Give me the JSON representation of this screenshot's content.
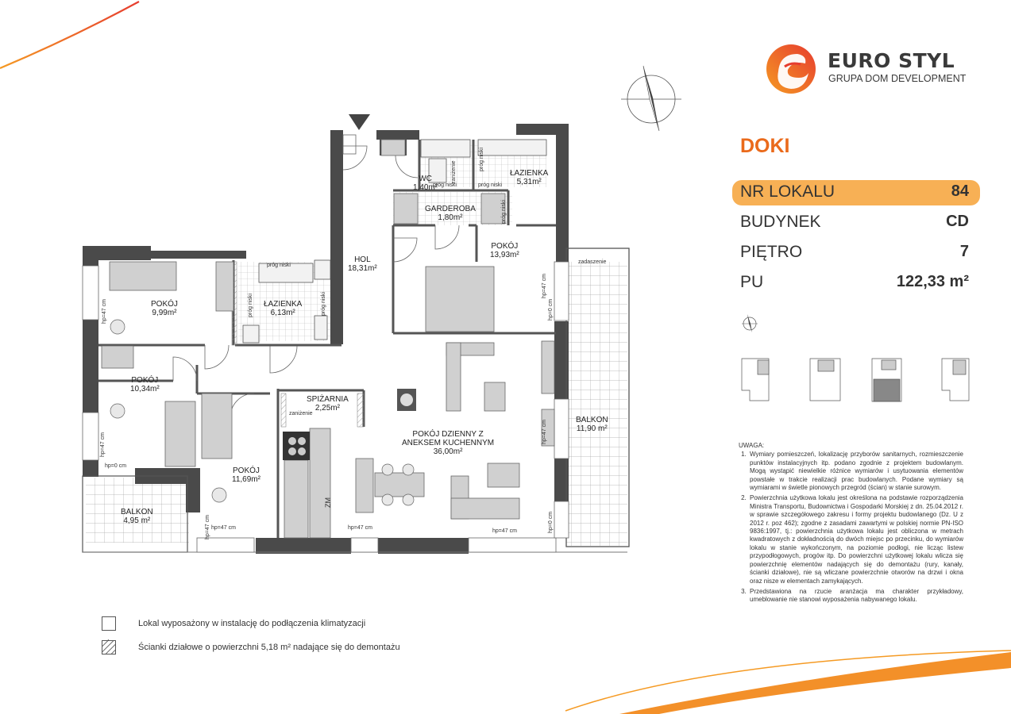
{
  "brand": {
    "name": "EURO STYL",
    "subtitle": "GRUPA DOM DEVELOPMENT",
    "logo_colors": [
      "#e63c2f",
      "#f59a23"
    ]
  },
  "project": {
    "name": "DOKI",
    "color": "#ea6a1b"
  },
  "info": [
    {
      "key": "NR LOKALU",
      "value": "84",
      "highlight": true
    },
    {
      "key": "BUDYNEK",
      "value": "CD",
      "highlight": false
    },
    {
      "key": "PIĘTRO",
      "value": "7",
      "highlight": false
    },
    {
      "key": "PU",
      "value": "122,33 m²",
      "highlight": false
    }
  ],
  "highlight_color": "#f7b055",
  "rooms": {
    "wc": {
      "name": "WC",
      "area": "1,40m²"
    },
    "lazienka1": {
      "name": "ŁAZIENKA",
      "area": "5,31m²"
    },
    "garderoba": {
      "name": "GARDEROBA",
      "area": "1,80m²"
    },
    "pokoj1": {
      "name": "POKÓJ",
      "area": "13,93m²"
    },
    "hol": {
      "name": "HOL",
      "area": "18,31m²"
    },
    "pokoj2": {
      "name": "POKÓJ",
      "area": "9,99m²"
    },
    "lazienka2": {
      "name": "ŁAZIENKA",
      "area": "6,13m²"
    },
    "pokoj3": {
      "name": "POKÓJ",
      "area": "10,34m²"
    },
    "spizarnia": {
      "name": "SPIŻARNIA",
      "area": "2,25m²"
    },
    "dzienny": {
      "name": "POKÓJ DZIENNY Z\nANEKSEM KUCHENNYM",
      "area": "36,00m²"
    },
    "balkon1": {
      "name": "BALKON",
      "area": "11,90 m²"
    },
    "pokoj4": {
      "name": "POKÓJ",
      "area": "11,69m²"
    },
    "balkon2": {
      "name": "BALKON",
      "area": "4,95 m²"
    }
  },
  "plan_labels": {
    "prog_niski": "próg niski",
    "zanizenie": "zaniżenie",
    "zadaszenie": "zadaszenie",
    "hp47": "hp=47 cm",
    "hp0": "hp=0 cm",
    "zm": "ZM"
  },
  "legend": [
    {
      "icon": "climate-icon",
      "text": "Lokal wyposażony w instalację do podłączenia klimatyzacji"
    },
    {
      "icon": "hatch-icon",
      "text": "Ścianki działowe o powierzchni 5,18 m² nadające się do demontażu"
    }
  ],
  "notes": {
    "title": "UWAGA:",
    "items": [
      "Wymiary pomieszczeń, lokalizację przyborów sanitarnych, rozmieszczenie punktów instalacyjnych itp. podano zgodnie z projektem budowlanym. Mogą wystąpić niewielkie różnice wymiarów i usytuowania elementów powstałe w trakcie realizacji prac budowlanych. Podane wymiary są wymiarami w świetle pionowych przegród (ścian) w stanie surowym.",
      "Powierzchnia użytkowa lokalu jest określona na podstawie rozporządzenia Ministra Transportu, Budownictwa i Gospodarki Morskiej z dn. 25.04.2012 r. w sprawie szczegółowego zakresu i formy projektu budowlanego (Dz. U z 2012 r. poz 462); zgodne z zasadami zawartymi w polskiej normie PN-ISO 9836:1997, tj.: powierzchnia użytkowa lokalu jest obliczona w metrach kwadratowych z dokładnością do dwóch miejsc po przecinku, do wymiarów lokalu w stanie wykończonym, na poziomie podłogi, nie licząc listew przypodłogowych, progów itp. Do powierzchni użytkowej lokalu wlicza się powierzchnię elementów nadających się do demontażu (rury, kanały, ścianki działowe), nie są wliczane powierzchnie otworów na drzwi i okna oraz nisze w elementach zamykających.",
      "Przedstawiona na rzucie aranżacja ma charakter przykładowy, umeblowanie nie stanowi wyposażenia nabywanego lokalu."
    ]
  }
}
